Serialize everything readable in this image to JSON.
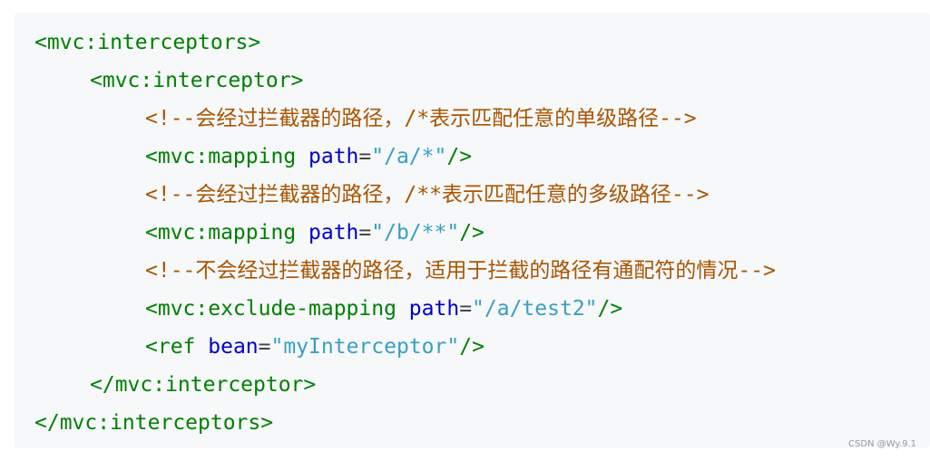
{
  "code": {
    "line1": {
      "tag_open": "<mvc:interceptors>"
    },
    "line2": {
      "tag_open": "<mvc:interceptor>"
    },
    "line3": {
      "comment": "<!--会经过拦截器的路径，/*表示匹配任意的单级路径-->"
    },
    "line4": {
      "tag_start": "<mvc:mapping ",
      "attr": "path",
      "eq": "=",
      "value": "\"/a/*\"",
      "tag_end": "/>"
    },
    "line5": {
      "comment": "<!--会经过拦截器的路径，/**表示匹配任意的多级路径-->"
    },
    "line6": {
      "tag_start": "<mvc:mapping ",
      "attr": "path",
      "eq": "=",
      "value": "\"/b/**\"",
      "tag_end": "/>"
    },
    "line7": {
      "comment": "<!--不会经过拦截器的路径，适用于拦截的路径有通配符的情况-->"
    },
    "line8": {
      "tag_start": "<mvc:exclude-mapping ",
      "attr": "path",
      "eq": "=",
      "value": "\"/a/test2\"",
      "tag_end": "/>"
    },
    "line9": {
      "tag_start": "<ref ",
      "attr": "bean",
      "eq": "=",
      "value": "\"myInterceptor\"",
      "tag_end": "/>"
    },
    "line10": {
      "tag_close": "</mvc:interceptor>"
    },
    "line11": {
      "tag_close": "</mvc:interceptors>"
    }
  },
  "watermark": "CSDN @Wy.9.1",
  "colors": {
    "tag": "#008000",
    "comment": "#aa5500",
    "attribute": "#0000cc",
    "string": "#3a9ec4",
    "background": "#f6f8fa"
  }
}
